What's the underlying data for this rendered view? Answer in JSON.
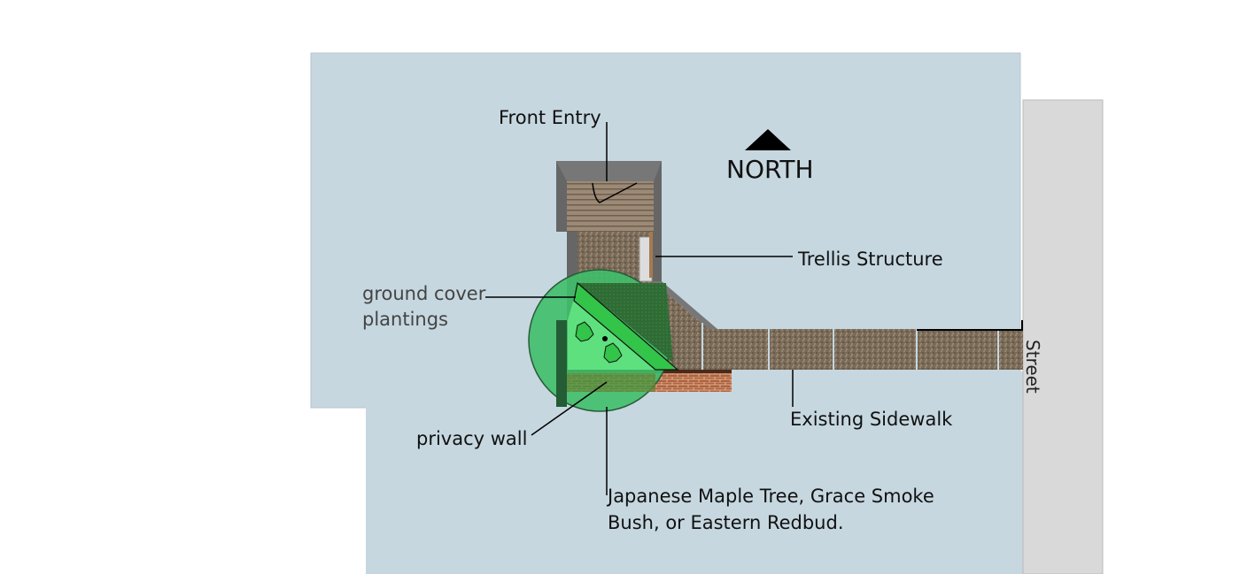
{
  "labels": {
    "front_entry": "Front Entry",
    "north": "NORTH",
    "trellis": "Trellis Structure",
    "ground_cover_line1": "ground cover",
    "ground_cover_line2": "plantings",
    "sidewalk": "Existing Sidewalk",
    "privacy_wall": "privacy wall",
    "tree_line1": "Japanese Maple Tree,  Grace Smoke",
    "tree_line2": "Bush, or Eastern Redbud.",
    "street": "Street"
  },
  "colors": {
    "lawn": "#c6d7e0",
    "street": "#d9d9d9",
    "gravel": "#7a6a58",
    "brick": "#b0623e",
    "planting_circle": "#3fbf6a",
    "ground_cover": "#2f6b34"
  }
}
